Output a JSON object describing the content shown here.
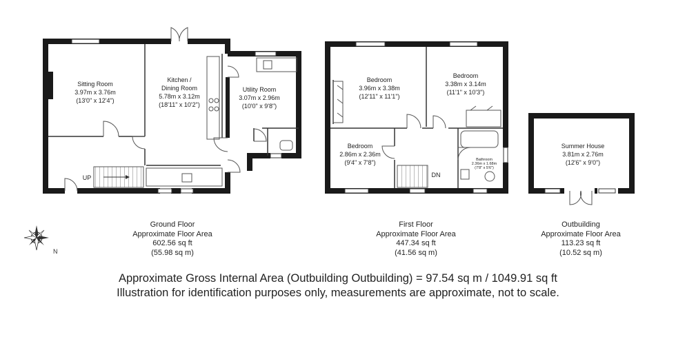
{
  "rooms": {
    "sitting": {
      "name": "Sitting Room",
      "metric": "3.97m x 3.76m",
      "imperial": "(13'0\" x 12'4\")"
    },
    "kitchen": {
      "name1": "Kitchen /",
      "name2": "Dining Room",
      "metric": "5.78m x 3.12m",
      "imperial": "(18'11\" x 10'2\")"
    },
    "utility": {
      "name": "Utility Room",
      "metric": "3.07m x 2.96m",
      "imperial": "(10'0\" x 9'8\")"
    },
    "bedroom1": {
      "name": "Bedroom",
      "metric": "3.96m x 3.38m",
      "imperial": "(12'11\" x 11'1\")"
    },
    "bedroom2": {
      "name": "Bedroom",
      "metric": "3.38m x 3.14m",
      "imperial": "(11'1\" x 10'3\")"
    },
    "bedroom3": {
      "name": "Bedroom",
      "metric": "2.86m x 2.36m",
      "imperial": "(9'4\" x 7'8\")"
    },
    "bathroom": {
      "name": "Bathroom",
      "metric": "2.36m x 1.68m",
      "imperial": "(7'8\" x 5'6\")"
    },
    "summer": {
      "name": "Summer House",
      "metric": "3.81m x 2.76m",
      "imperial": "(12'6\" x 9'0\")"
    }
  },
  "stairs": {
    "up": "UP",
    "down": "DN"
  },
  "compass": {
    "label": "N"
  },
  "floors": [
    {
      "name": "Ground Floor",
      "sub": "Approximate Floor Area",
      "sqft": "602.56 sq ft",
      "sqm": "(55.98 sq m)"
    },
    {
      "name": "First Floor",
      "sub": "Approximate Floor Area",
      "sqft": "447.34 sq ft",
      "sqm": "(41.56 sq m)"
    },
    {
      "name": "Outbuilding",
      "sub": "Approximate Floor Area",
      "sqft": "113.23 sq ft",
      "sqm": "(10.52 sq m)"
    }
  ],
  "footer": {
    "line1": "Approximate Gross Internal Area (Outbuilding Outbuilding) = 97.54 sq m / 1049.91 sq ft",
    "line2": "Illustration for identification purposes only, measurements are approximate, not to scale."
  },
  "colors": {
    "wall": "#1a1a1a",
    "line": "#555555"
  }
}
